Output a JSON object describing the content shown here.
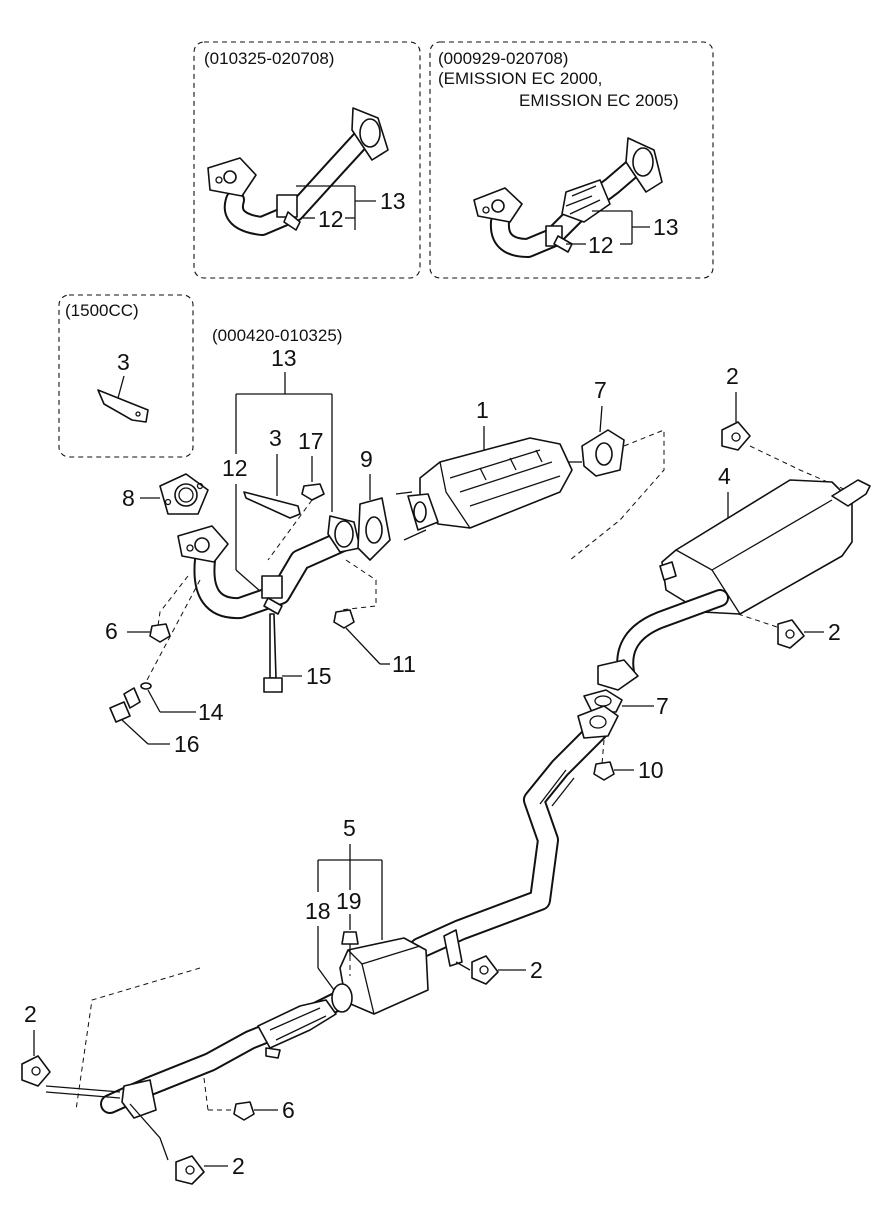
{
  "variants": {
    "box_a": {
      "line1": "(010325-020708)"
    },
    "box_b": {
      "line1": "(000929-020708)",
      "line2": "(EMISSION EC 2000,",
      "line3": "EMISSION EC 2005)"
    },
    "box_c": {
      "line1": "(1500CC)"
    },
    "main_pipe": {
      "line1": "(000420-010325)"
    }
  },
  "callouts": {
    "c1": "1",
    "c2a": "2",
    "c2b": "2",
    "c2c": "2",
    "c2d": "2",
    "c2e": "2",
    "c3a": "3",
    "c3b": "3",
    "c4": "4",
    "c5": "5",
    "c6a": "6",
    "c6b": "6",
    "c7a": "7",
    "c7b": "7",
    "c8": "8",
    "c9": "9",
    "c10": "10",
    "c11": "11",
    "c12a": "12",
    "c12b": "12",
    "c12c": "12",
    "c13a": "13",
    "c13b": "13",
    "c13c": "13",
    "c14": "14",
    "c15": "15",
    "c16": "16",
    "c17": "17",
    "c18": "18",
    "c19": "19"
  }
}
